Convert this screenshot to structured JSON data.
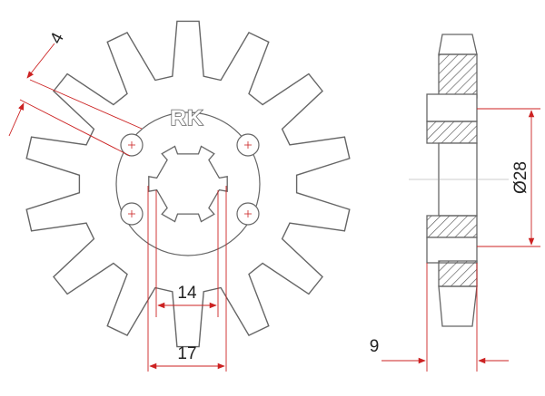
{
  "brand": {
    "logo_text": "RK"
  },
  "dimensions": {
    "bolt_hole": "4",
    "spline_inner": "14",
    "spline_outer": "17",
    "thickness": "9",
    "hub_diameter": "Ø28"
  },
  "colors": {
    "outline": "#666666",
    "dimension_line": "#cc2222",
    "hatch": "#555555",
    "fill": "#ffffff"
  },
  "sprocket": {
    "teeth": 14
  }
}
